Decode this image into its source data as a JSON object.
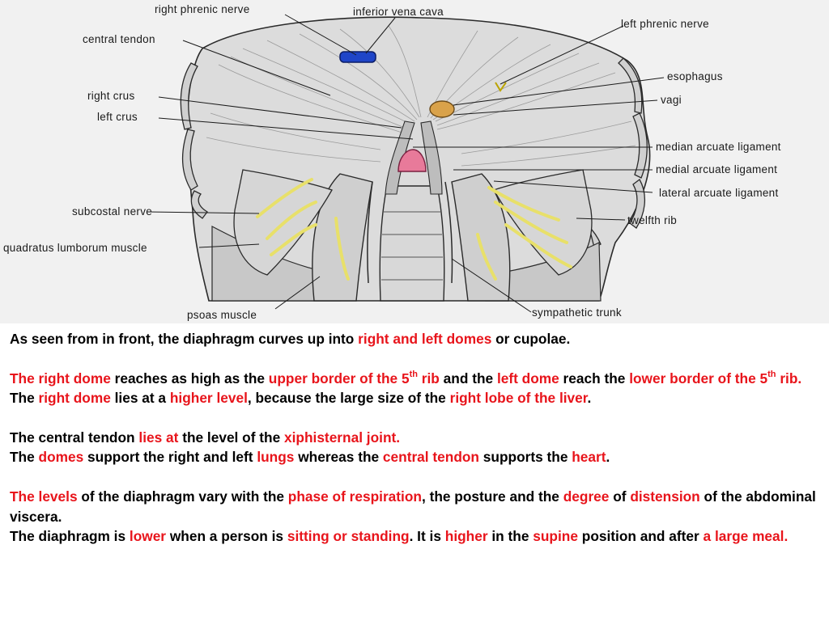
{
  "figure": {
    "labels": {
      "right_phrenic_nerve": "right phrenic nerve",
      "inferior_vena_cava": "inferior vena cava",
      "left_phrenic_nerve": "left phrenic nerve",
      "central_tendon": "central tendon",
      "esophagus": "esophagus",
      "right_crus": "right crus",
      "vagi": "vagi",
      "left_crus": "left crus",
      "median_arcuate_ligament": "median arcuate ligament",
      "medial_arcuate_ligament": "medial arcuate ligament",
      "lateral_arcuate_ligament": "lateral arcuate ligament",
      "subcostal_nerve": "subcostal nerve",
      "twelfth_rib": "twelfth rib",
      "quadratus_lumborum_muscle": "quadratus lumborum muscle",
      "psoas_muscle": "psoas muscle",
      "sympathetic_trunk": "sympathetic trunk"
    },
    "colors": {
      "vena_cava": "#1f45c8",
      "esophagus_opening": "#e87a9a",
      "vagi": "#d9a24a",
      "nerves": "#e8e06a"
    }
  },
  "text": {
    "p1": {
      "a": "As seen from in front, the diaphragm curves up into ",
      "b": "right and left domes",
      "c": " or cupolae."
    },
    "p2": {
      "a": "The right dome",
      "b": " reaches as high as the ",
      "c": "upper border of the 5",
      "c_sup": "th",
      "d": " rib",
      "e": " and the ",
      "f": "left dome",
      "g": " reach the ",
      "h": "lower border of the 5",
      "h_sup": "th",
      "i": " rib."
    },
    "p3": {
      "a": "The ",
      "b": "right dome",
      "c": " lies at a ",
      "d": "higher level",
      "e": ", because the large size of the ",
      "f": "right lobe of the liver",
      "g": "."
    },
    "p4": {
      "a": "The central tendon ",
      "b": "lies at",
      "c": " the level of the ",
      "d": "xiphisternal joint."
    },
    "p5": {
      "a": "The ",
      "b": "domes",
      "c": " support the right and left ",
      "d": "lungs",
      "e": " whereas the ",
      "f": "central tendon",
      "g": " supports the ",
      "h": "heart",
      "i": "."
    },
    "p6": {
      "a": "The levels",
      "b": " of the diaphragm vary with the ",
      "c": "phase of respiration",
      "d": ", the posture and the ",
      "e": "degree",
      "f": " of ",
      "g": "distension",
      "h": " of the abdominal viscera."
    },
    "p7": {
      "a": "The diaphragm is ",
      "b": "lower",
      "c": " when a person is ",
      "d": "sitting or standing",
      "e": ". It is ",
      "f": "higher",
      "g": " in the ",
      "h": "supine",
      "i": " position and after ",
      "j": "a large meal."
    }
  }
}
